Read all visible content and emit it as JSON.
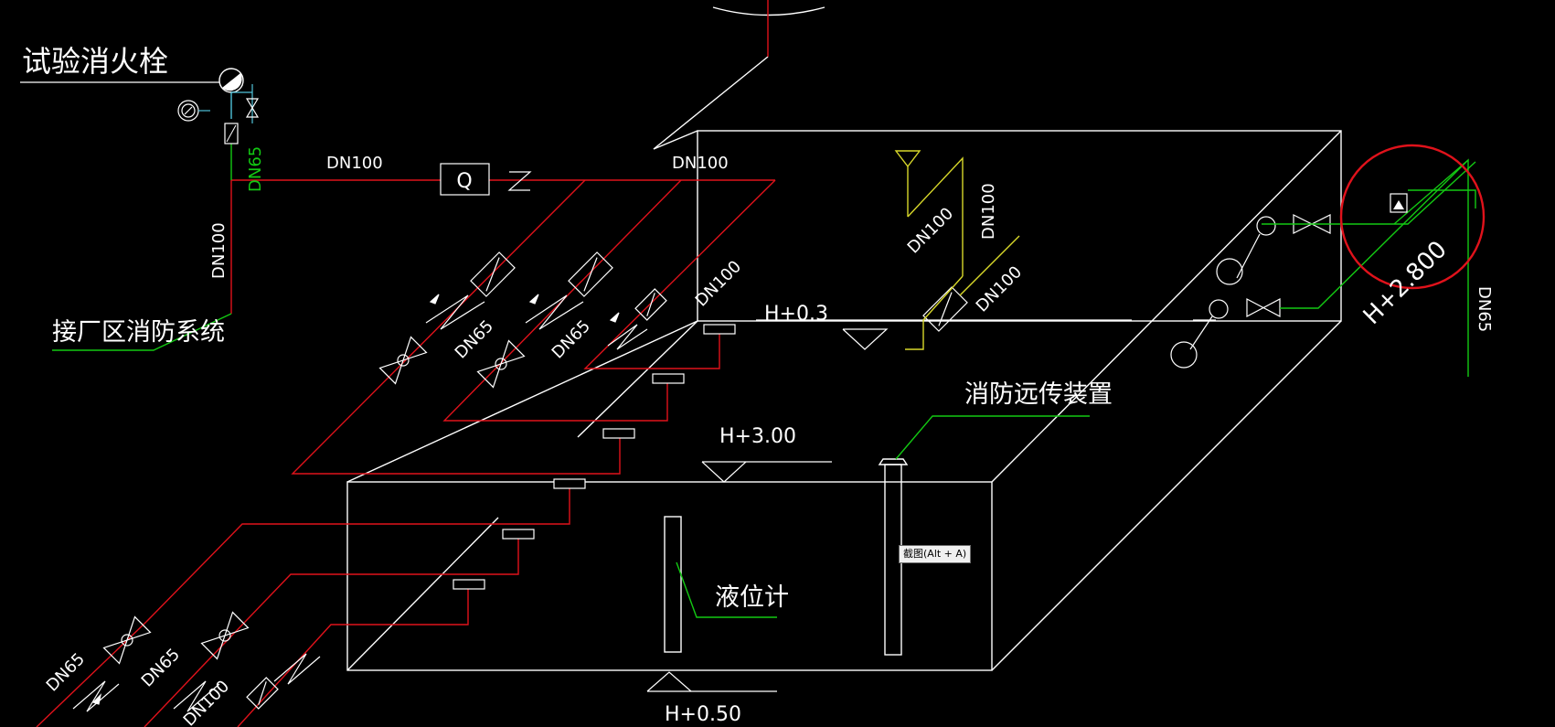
{
  "colors": {
    "background": "#000000",
    "line_white": "#ffffff",
    "pipe_red": "#e0121b",
    "pipe_green": "#13c913",
    "pipe_yellow": "#d8d82a",
    "equip_cyan": "#4fc3d9",
    "highlight_circle": "#e0121b"
  },
  "labels": {
    "test_hydrant": "试验消火栓",
    "plant_fire_system": "接厂区消防系统",
    "remote_device": "消防远传装置",
    "level_gauge": "液位计"
  },
  "pipe_sizes": {
    "dn65_vertical_top": "DN65",
    "dn100_vertical_left": "DN100",
    "dn100_main_left": "DN100",
    "dn100_main_mid": "DN100",
    "dn100_diag_upper": "DN100",
    "dn100_yellow_diag": "DN100",
    "dn100_yellow_vert": "DN100",
    "dn100_yellow_lower": "DN100",
    "dn65_branch_1": "DN65",
    "dn65_branch_2": "DN65",
    "dn65_right": "DN65",
    "dn65_bottom_1": "DN65",
    "dn65_bottom_2": "DN65",
    "dn100_bottom": "DN100"
  },
  "elevations": {
    "el_top_inner": "H+0.3",
    "el_top": "H+3.00",
    "el_bottom": "H+0.50",
    "el_right": "H+2.800"
  },
  "meter_symbol": "Q",
  "tooltip": "截图(Alt + A)"
}
